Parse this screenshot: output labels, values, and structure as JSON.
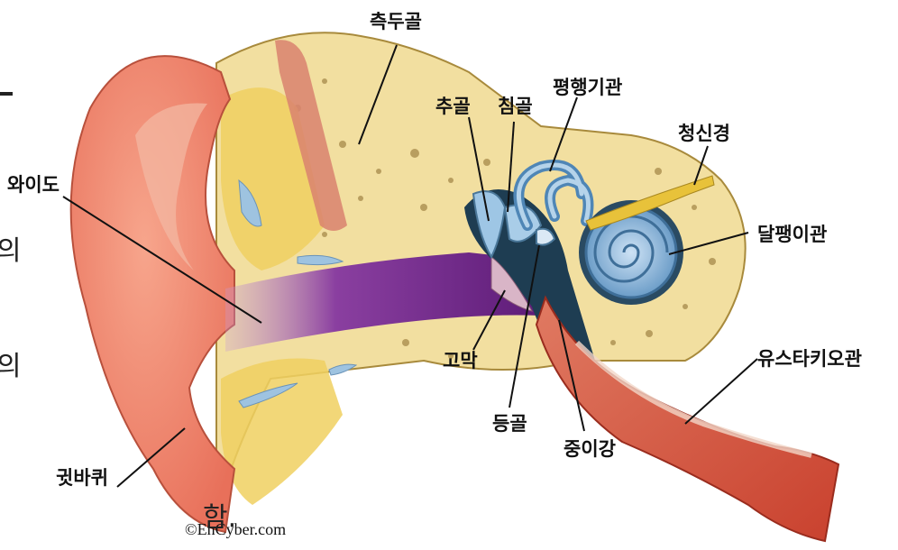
{
  "diagram": {
    "labels": {
      "temporal_bone": "측두골",
      "malleus": "추골",
      "incus": "침골",
      "semicircular_canals": "평행기관",
      "auditory_nerve": "청신경",
      "ear_canal": "와이도",
      "cochlea": "달팽이관",
      "eustachian_tube": "유스타키오관",
      "eardrum": "고막",
      "stapes": "등골",
      "middle_ear_cavity": "중이강",
      "auricle": "귓바퀴"
    },
    "credit": "©EnCyber.com"
  },
  "background_text": {
    "frag1": "의",
    "frag2": "의",
    "frag3": "함."
  }
}
